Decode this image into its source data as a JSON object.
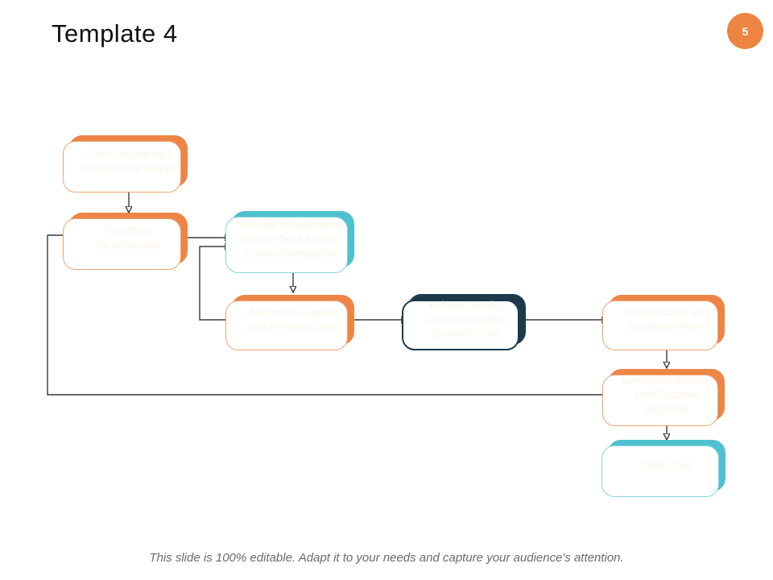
{
  "slide": {
    "title": "Template 4",
    "page_number": "5",
    "footer": "This slide is 100% editable. Adapt it to your needs and capture your audience's attention."
  },
  "palette": {
    "orange": "#ED8546",
    "teal": "#4EC1CE",
    "navy": "#1D3A4D",
    "node_text": "#FCF4EA",
    "connector": "#3a3a3a",
    "badge_orange": "#ED8441",
    "footer_gray": "#6b6b6b"
  },
  "diagram": {
    "nodes": [
      {
        "id": "case-logged",
        "color": "orange",
        "label": "Case Logged with\nService Desk Analyst"
      },
      {
        "id": "first-time-fix",
        "color": "orange",
        "label": "First Time\nFix attempted"
      },
      {
        "id": "allocate",
        "color": "teal",
        "label": "Allocate to Appropriate\nService Desk Analyst /\nFurther Investigation"
      },
      {
        "id": "attempt-fix",
        "color": "orange",
        "label": "Attempt Fix/Update\nand Annotate Case"
      },
      {
        "id": "exhaust",
        "color": "navy",
        "label": "Exhaust Service\nDesk Knowledge-\nEscalate Case"
      },
      {
        "id": "monitor",
        "color": "orange",
        "label": "Monitor Case with\nEscalation Team"
      },
      {
        "id": "successful",
        "color": "orange",
        "label": "Successful Solution\nand Customer\nInformed"
      },
      {
        "id": "close-case",
        "color": "teal",
        "label": "Close Case"
      }
    ],
    "edges": [
      {
        "from": "case-logged",
        "to": "first-time-fix",
        "arrow": true
      },
      {
        "from": "first-time-fix",
        "to": "allocate",
        "arrow": true
      },
      {
        "from": "attempt-fix",
        "to": "allocate",
        "arrow": true
      },
      {
        "from": "allocate",
        "to": "attempt-fix",
        "arrow": true
      },
      {
        "from": "attempt-fix",
        "to": "exhaust",
        "arrow": true
      },
      {
        "from": "exhaust",
        "to": "monitor",
        "arrow": true
      },
      {
        "from": "monitor",
        "to": "successful",
        "arrow": true
      },
      {
        "from": "successful",
        "to": "close-case",
        "arrow": true
      },
      {
        "from": "first-time-fix",
        "to": "successful",
        "arrow": false
      }
    ]
  }
}
